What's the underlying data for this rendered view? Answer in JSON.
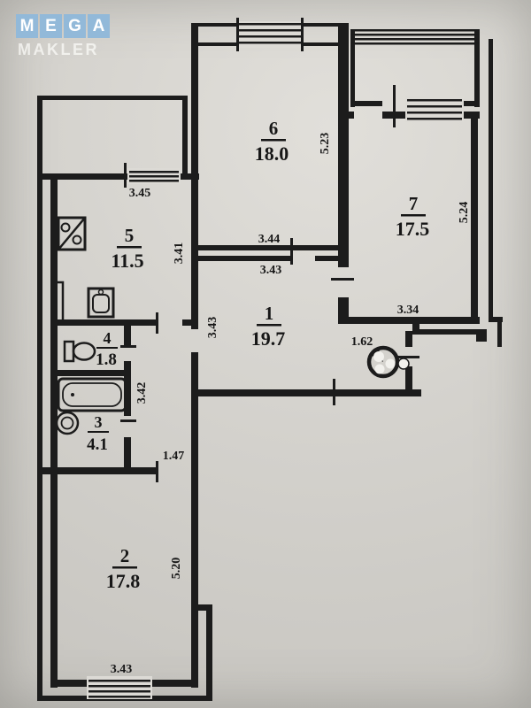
{
  "logo": {
    "letters": [
      "M",
      "E",
      "G",
      "A"
    ],
    "subtitle": "MAKLER",
    "tile_color": "#92b9d9"
  },
  "plan": {
    "rooms": [
      {
        "number": "6",
        "area": "18.0"
      },
      {
        "number": "7",
        "area": "17.5"
      },
      {
        "number": "5",
        "area": "11.5"
      },
      {
        "number": "1",
        "area": "19.7"
      },
      {
        "number": "4",
        "area": "1.8"
      },
      {
        "number": "3",
        "area": "4.1"
      },
      {
        "number": "2",
        "area": "17.8"
      }
    ],
    "dims": {
      "room5_width": "3.45",
      "room5_depth": "3.41",
      "room6_depth": "5.23",
      "room6_width": "3.44",
      "hall_width": "3.43",
      "hall_depth": "3.43",
      "room7_depth": "5.24",
      "room7_width": "3.34",
      "lobby_width": "1.62",
      "corridor_depth": "3.42",
      "corridor_width": "1.47",
      "room2_depth": "5.20",
      "room2_width": "3.43"
    },
    "colors": {
      "paper": "#d4d2cd",
      "wall": "#1c1c1c"
    }
  }
}
